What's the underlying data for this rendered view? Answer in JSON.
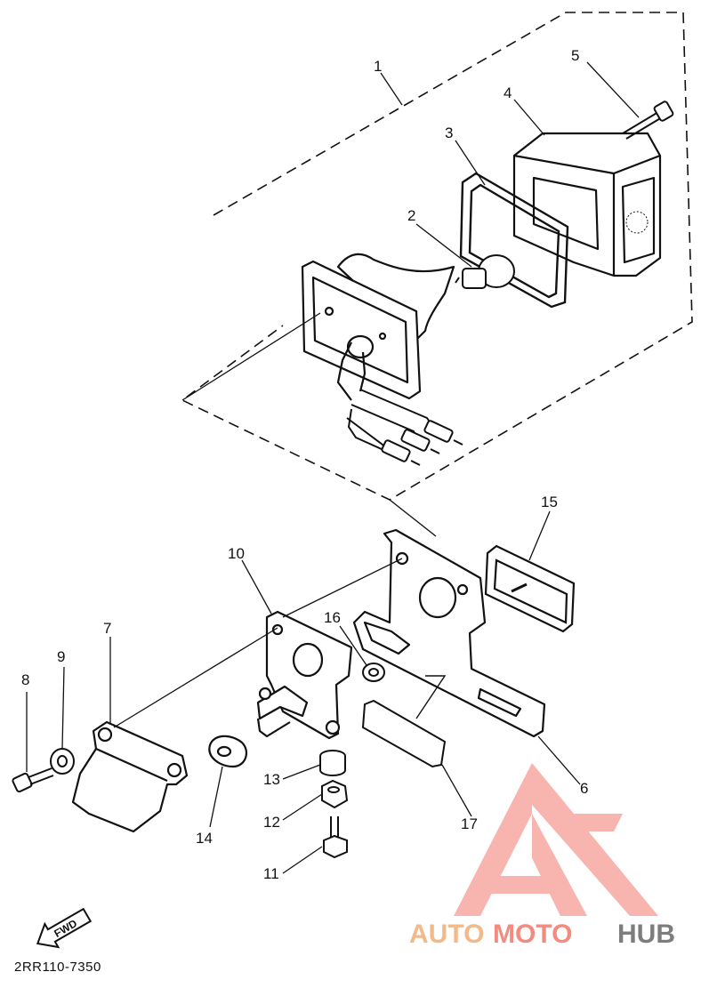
{
  "diagram": {
    "callouts": [
      {
        "id": "callout-1",
        "label": "1"
      },
      {
        "id": "callout-2",
        "label": "2"
      },
      {
        "id": "callout-3",
        "label": "3"
      },
      {
        "id": "callout-4",
        "label": "4"
      },
      {
        "id": "callout-5",
        "label": "5"
      },
      {
        "id": "callout-6",
        "label": "6"
      },
      {
        "id": "callout-7",
        "label": "7"
      },
      {
        "id": "callout-8",
        "label": "8"
      },
      {
        "id": "callout-9",
        "label": "9"
      },
      {
        "id": "callout-10",
        "label": "10"
      },
      {
        "id": "callout-11",
        "label": "11"
      },
      {
        "id": "callout-12",
        "label": "12"
      },
      {
        "id": "callout-13",
        "label": "13"
      },
      {
        "id": "callout-14",
        "label": "14"
      },
      {
        "id": "callout-15",
        "label": "15"
      },
      {
        "id": "callout-16",
        "label": "16"
      },
      {
        "id": "callout-17",
        "label": "17"
      }
    ],
    "fwd_label": "FWD",
    "part_code": "2RR110-7350"
  },
  "watermark": {
    "part1": "AUTO",
    "part2": "MOTO",
    "part3": "HUB",
    "colors": {
      "auto": "#f3b98a",
      "moto": "#f28b80",
      "hub": "#7d7d7d",
      "logo": "#f7a8a0"
    }
  }
}
